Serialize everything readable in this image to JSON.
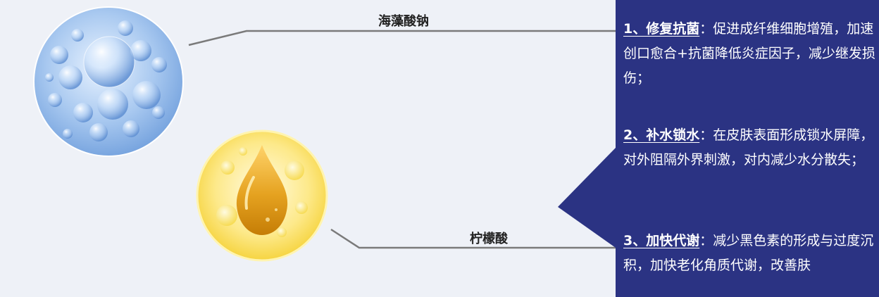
{
  "ingredients": [
    {
      "name": "海藻酸钠",
      "image": "bubbles-circle-image"
    },
    {
      "name": "柠檬酸",
      "image": "oil-drop-circle-image"
    }
  ],
  "benefits": [
    {
      "heading": "1、修复抗菌",
      "colon": "：",
      "text": "促进成纤维细胞增殖，加速创口愈合+抗菌降低炎症因子，减少继发损伤；"
    },
    {
      "heading": "2、补水锁水",
      "colon": "：",
      "text": "在皮肤表面形成锁水屏障，对外阻隔外界刺激，对内减少水分散失；"
    },
    {
      "heading": "3、加快代谢",
      "colon": "：",
      "text": "减少黑色素的形成与过度沉积，加快老化角质代谢，改善肤"
    }
  ],
  "colors": {
    "background": "#eef1f7",
    "panel": "#2b3383",
    "connector": "#7a7a7a",
    "bubble_blue": "#8fb6e8",
    "drop_gold": "#e0a21a"
  }
}
